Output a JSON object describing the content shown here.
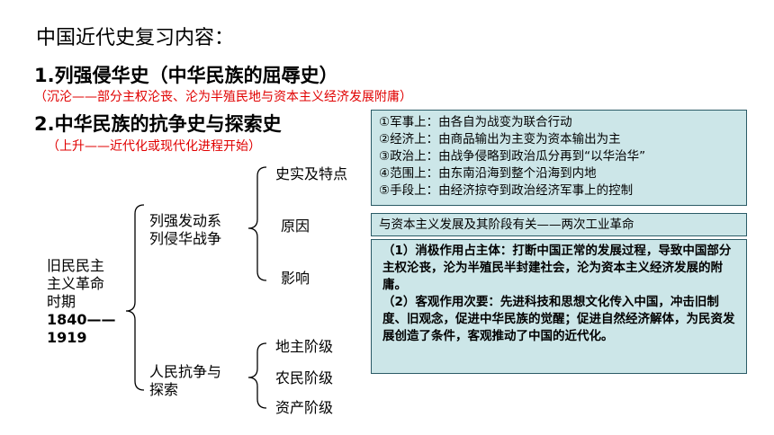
{
  "title": "中国近代史复习内容：",
  "section1": {
    "heading": "1.列强侵华史（中华民族的屈辱史）",
    "note": "（沉沦——部分主权沦丧、沦为半殖民地与资本主义经济发展附庸）"
  },
  "section2": {
    "heading": "2.中华民族的抗争史与探索史",
    "note": "（上升——近代化或现代化进程开始）"
  },
  "era": {
    "lines": [
      "旧民民主",
      "主义革命",
      "时期"
    ],
    "years_a": "1840——",
    "years_b": "1919"
  },
  "branch_top": {
    "line1": "列强发动系",
    "line2": "列侵华战争"
  },
  "branch_bottom": {
    "line1": "人民抗争与",
    "line2": "探索"
  },
  "top_items": [
    "史实及特点",
    "原因",
    "影响"
  ],
  "bottom_items": [
    "地主阶级",
    "农民阶级",
    "资产阶级"
  ],
  "facts_box": [
    "①军事上：由各自为战变为联合行动",
    "②经济上：由商品输出为主变为资本输出为主",
    "③政治上：由战争侵略到政治瓜分再到“以华治华”",
    "④范围上：由东南沿海到整个沿海到内地",
    "⑤手段上：由经济掠夺到政治经济军事上的控制"
  ],
  "cause_box": "与资本主义发展及其阶段有关——两次工业革命",
  "impact_box": {
    "p1": "（1）消极作用占主体：打断中国正常的发展过程，导致中国部分主权沦丧，沦为半殖民半封建社会，沦为资本主义经济发展的附庸。",
    "p2": "（2）客观作用次要：先进科技和思想文化传入中国，冲击旧制度、旧观念，促进中华民族的觉醒；促进自然经济解体，为民资发展创造了条件，客观推动了中国的近代化。"
  }
}
